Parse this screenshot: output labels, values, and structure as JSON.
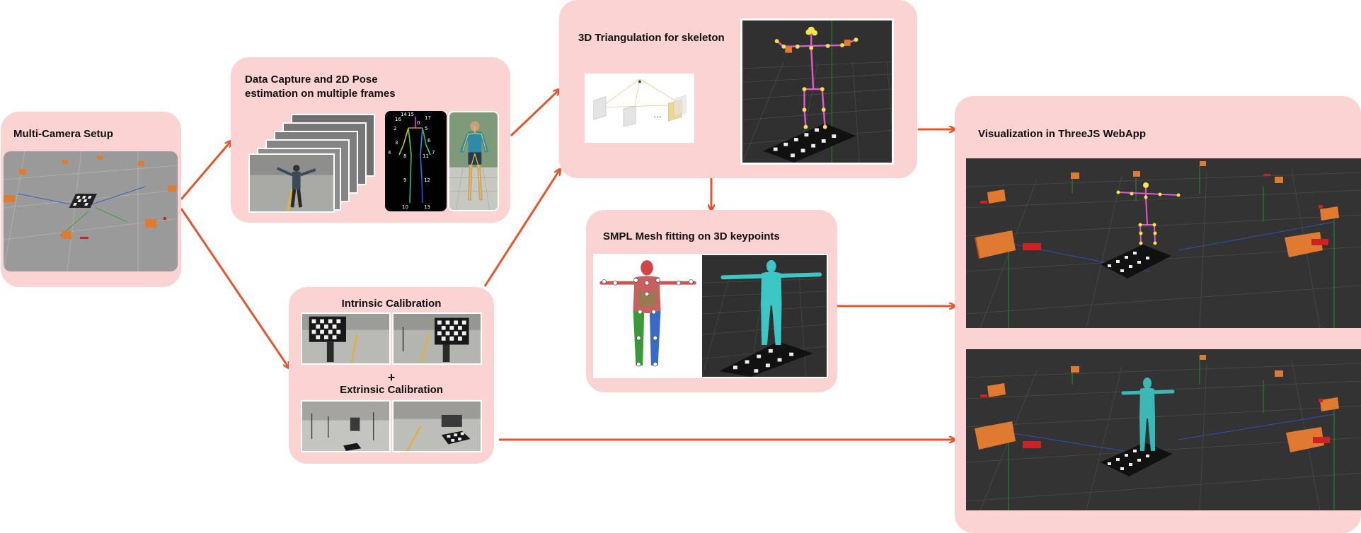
{
  "nodes": {
    "multi_camera": {
      "title": "Multi-Camera Setup"
    },
    "data_capture": {
      "title": "Data Capture and 2D Pose estimation on multiple frames"
    },
    "triangulation": {
      "title": "3D Triangulation for skeleton"
    },
    "smpl": {
      "title": "SMPL Mesh fitting on 3D keypoints"
    },
    "calibration": {
      "intrinsic": "Intrinsic Calibration",
      "plus": "+",
      "extrinsic": "Extrinsic Calibration"
    },
    "visualization": {
      "title": "Visualization in ThreeJS WebApp"
    }
  },
  "keypoint_labels": [
    "14",
    "15",
    "16",
    "17",
    "0",
    "2",
    "5",
    "3",
    "6",
    "4",
    "7",
    "8",
    "11",
    "9",
    "12",
    "10",
    "13"
  ],
  "colors": {
    "node_fill": "#fcd3d3",
    "arrow": "#e5552b",
    "scene_dark": "#333333",
    "camera_box": "#e07a30",
    "skeleton": "#e05ac8",
    "joint": "#f4e64a",
    "mesh": "#3cc7c4"
  }
}
